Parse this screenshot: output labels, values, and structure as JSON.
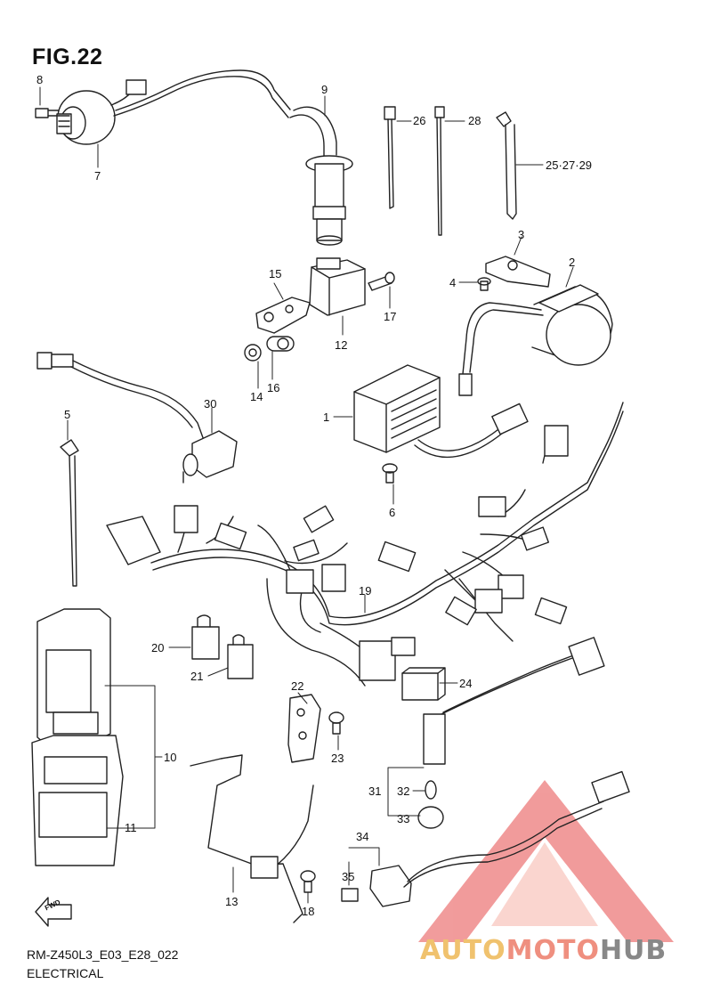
{
  "figure": {
    "title": "FIG.22",
    "model_code": "RM-Z450L3_E03_E28_022",
    "section_name": "ELECTRICAL",
    "fwd_label": "FWD"
  },
  "callouts": {
    "c1": "1",
    "c2": "2",
    "c3": "3",
    "c4": "4",
    "c5": "5",
    "c6": "6",
    "c7": "7",
    "c8": "8",
    "c9": "9",
    "c10": "10",
    "c11": "11",
    "c12": "12",
    "c13": "13",
    "c14": "14",
    "c15": "15",
    "c16": "16",
    "c17": "17",
    "c18": "18",
    "c19": "19",
    "c20": "20",
    "c21": "21",
    "c22": "22",
    "c23": "23",
    "c24": "24",
    "c25": "25·27·29",
    "c26": "26",
    "c28": "28",
    "c31": "31",
    "c32": "32",
    "c33": "33",
    "c34": "34",
    "c35": "35",
    "c30": "30"
  },
  "watermark": {
    "part1": "AUTO",
    "part2": "MOTO",
    "part3": "HUB",
    "colors": {
      "part1": "#f0c26e",
      "part2": "#ef8f7f",
      "part3": "#888888",
      "triangle": "#e64a4a"
    }
  }
}
